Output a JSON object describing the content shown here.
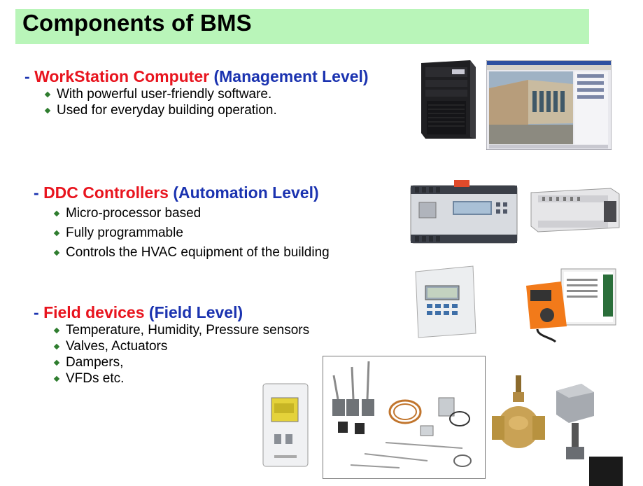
{
  "slide": {
    "title": "Components of BMS",
    "sections": [
      {
        "dash": "-",
        "name": "WorkStation Computer",
        "level": "(Management Level)",
        "bullets": [
          "With powerful user-friendly software.",
          "Used for everyday building operation."
        ]
      },
      {
        "dash": "-",
        "name": "DDC Controllers",
        "level": "(Automation Level)",
        "bullets": [
          "Micro-processor based",
          "Fully programmable",
          "Controls the HVAC equipment of the building"
        ]
      },
      {
        "dash": "-",
        "name": "Field devices",
        "level": "(Field Level)",
        "bullets": [
          "Temperature, Humidity, Pressure sensors",
          "Valves, Actuators",
          "Dampers,",
          "VFDs etc."
        ]
      }
    ],
    "colors": {
      "title_bg": "#b9f5b9",
      "name_red": "#e8141e",
      "level_blue": "#1b33b0",
      "bullet_green": "#2f7d2f"
    }
  }
}
